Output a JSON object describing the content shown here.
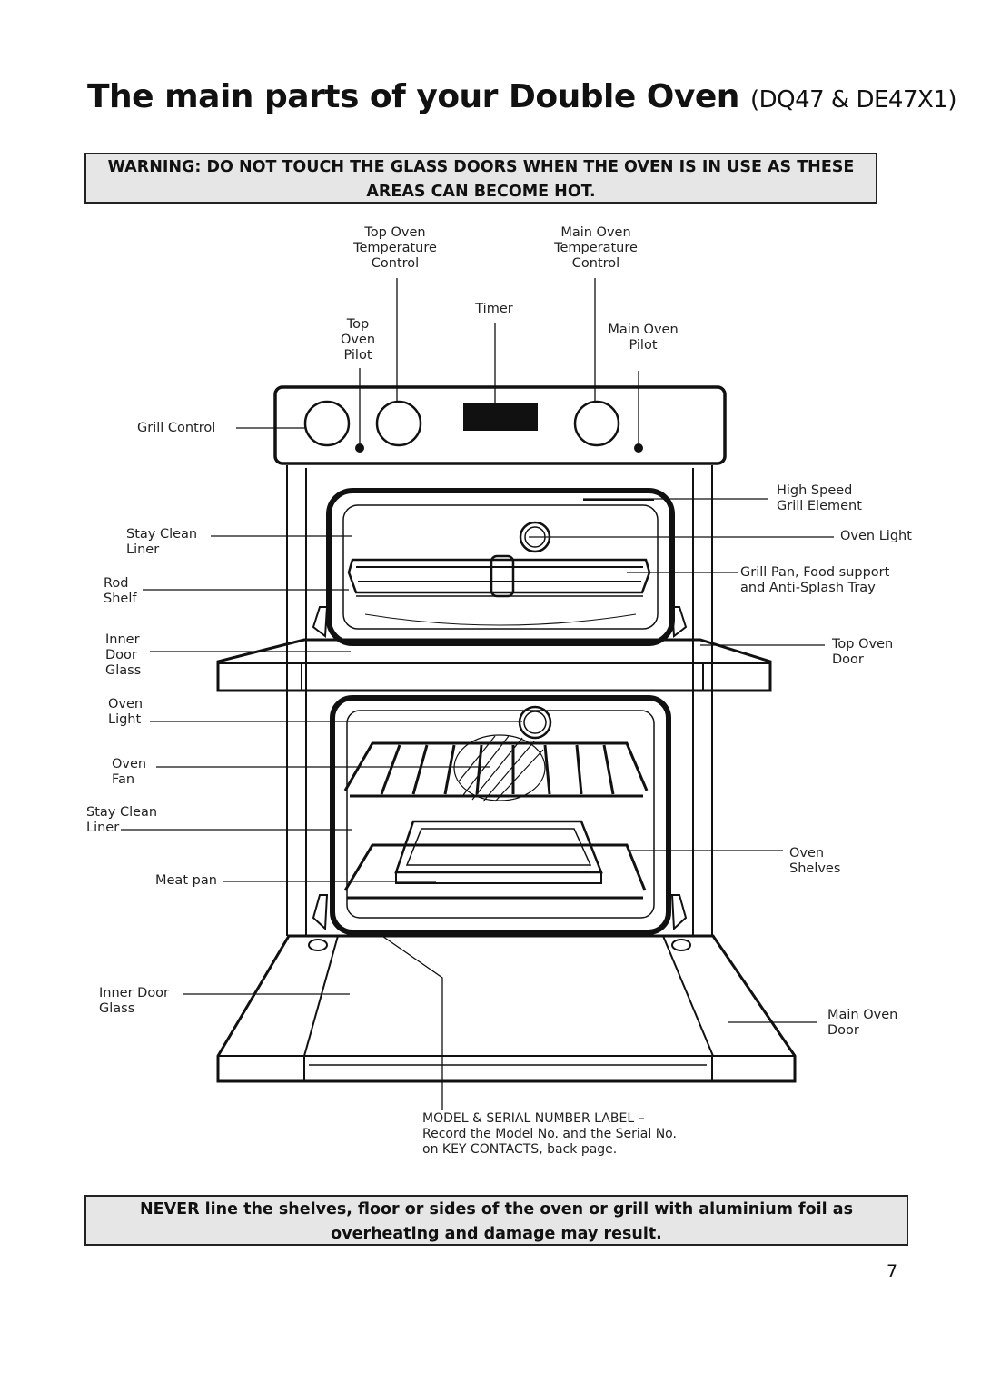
{
  "page": {
    "title": "The main parts of your Double Oven",
    "title_models": "(DQ47 & DE47X1)",
    "warning_line1": "WARNING: DO NOT TOUCH THE GLASS DOORS WHEN THE OVEN IS IN USE AS THESE",
    "warning_line2": "AREAS CAN BECOME HOT.",
    "note_line1": "NEVER line the shelves, floor or sides of the oven or grill with aluminium foil as",
    "note_line2": "overheating and damage may result.",
    "page_number": "7"
  },
  "labels": {
    "top_oven_temp_control": "Top Oven\nTemperature\nControl",
    "main_oven_temp_control": "Main Oven\nTemperature\nControl",
    "timer": "Timer",
    "top_oven_pilot": "Top\nOven\nPilot",
    "main_oven_pilot": "Main Oven\nPilot",
    "grill_control": "Grill Control",
    "high_speed_grill_element": "High Speed\nGrill Element",
    "stay_clean_liner_top": "Stay Clean\nLiner",
    "oven_light_top": "Oven Light",
    "rod_shelf": "Rod\nShelf",
    "grill_pan": "Grill Pan, Food support\nand Anti-Splash Tray",
    "inner_door_glass_top": "Inner\nDoor\nGlass",
    "top_oven_door": "Top Oven\nDoor",
    "oven_light_main": "Oven\nLight",
    "oven_fan": "Oven\nFan",
    "stay_clean_liner_main": "Stay Clean\nLiner",
    "oven_shelves": "Oven\nShelves",
    "meat_pan": "Meat pan",
    "inner_door_glass_main": "Inner Door\nGlass",
    "main_oven_door": "Main Oven\nDoor",
    "model_serial_label": "MODEL & SERIAL NUMBER LABEL –\nRecord the Model No. and the Serial No.\non KEY CONTACTS, back page."
  }
}
